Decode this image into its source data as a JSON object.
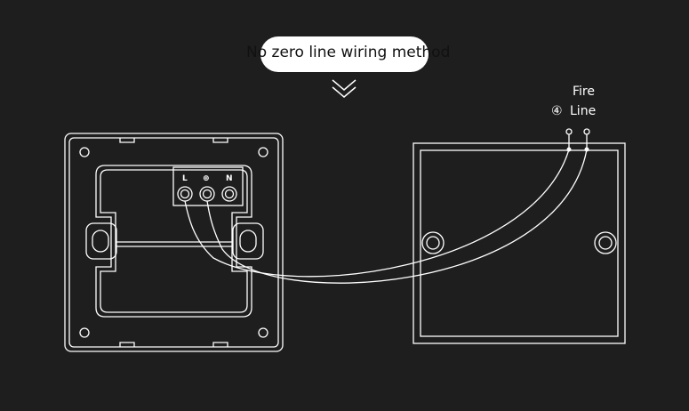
{
  "header": {
    "title": "No zero line wiring method"
  },
  "labels": {
    "wire_title_1": "Fire",
    "wire_number": "④",
    "wire_title_2": "Line"
  },
  "terminals": [
    "L",
    "⊕",
    "N"
  ],
  "colors": {
    "background": "#1e1e1e",
    "line": "#ffffff",
    "pill": "#ffffff"
  }
}
